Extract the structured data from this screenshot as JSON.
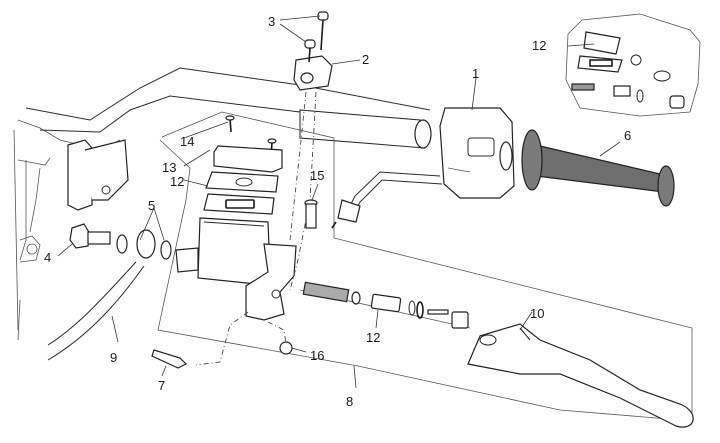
{
  "diagram": {
    "type": "exploded-parts-view",
    "subject": "Handlebar front brake master cylinder assembly",
    "colors": {
      "line": "#222222",
      "grip": "#7a7a7a",
      "background": "#ffffff"
    },
    "callouts": [
      {
        "id": "c1",
        "text": "1",
        "part": "right-hand-switch-housing"
      },
      {
        "id": "c2",
        "text": "2",
        "part": "master-cylinder-clamp"
      },
      {
        "id": "c3",
        "text": "3",
        "part": "clamp-screws"
      },
      {
        "id": "c4",
        "text": "4",
        "part": "banjo-bolt"
      },
      {
        "id": "c5",
        "text": "5",
        "part": "sealing-washers"
      },
      {
        "id": "c6",
        "text": "6",
        "part": "throttle-grip"
      },
      {
        "id": "c7",
        "text": "7",
        "part": "brake-light-switch"
      },
      {
        "id": "c8",
        "text": "8",
        "part": "master-cylinder-assembly"
      },
      {
        "id": "c9",
        "text": "9",
        "part": "brake-hose"
      },
      {
        "id": "c10",
        "text": "10",
        "part": "brake-lever"
      },
      {
        "id": "c12a",
        "text": "12",
        "part": "reservoir-repair-kit"
      },
      {
        "id": "c12b",
        "text": "12",
        "part": "piston-repair-kit"
      },
      {
        "id": "c12c",
        "text": "12",
        "part": "repair-kit-inset"
      },
      {
        "id": "c13",
        "text": "13",
        "part": "reservoir-cover-kit"
      },
      {
        "id": "c14",
        "text": "14",
        "part": "cover-screws"
      },
      {
        "id": "c15",
        "text": "15",
        "part": "lever-pivot-pin"
      },
      {
        "id": "c16",
        "text": "16",
        "part": "pivot-nut"
      }
    ]
  }
}
